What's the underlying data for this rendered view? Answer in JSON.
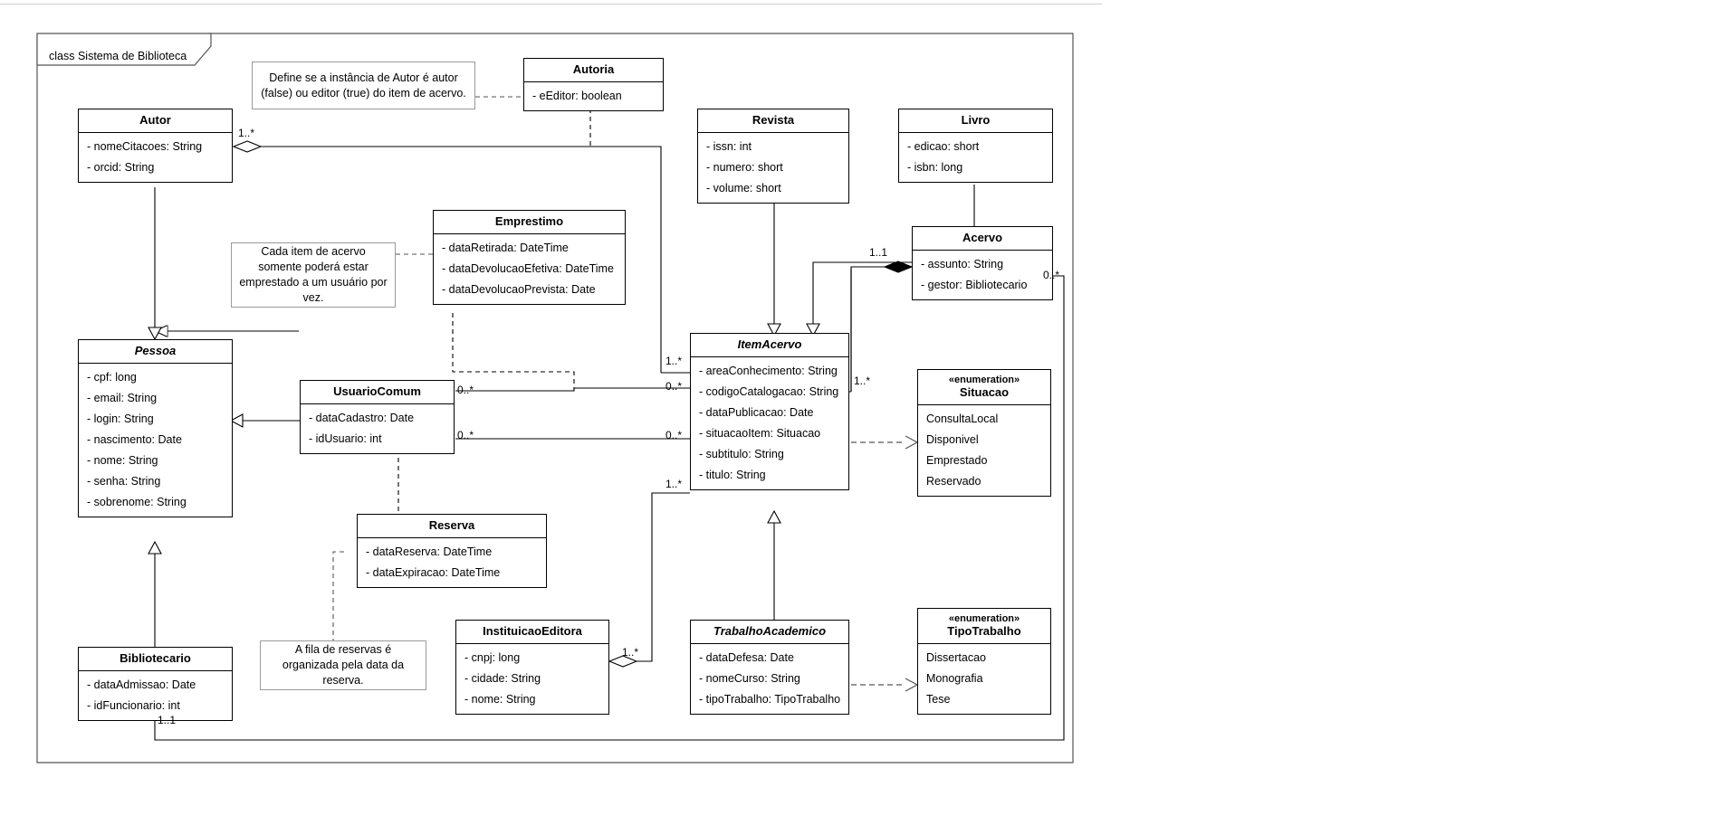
{
  "frame": {
    "label": "class Sistema de Biblioteca"
  },
  "classes": {
    "autor": {
      "name": "Autor",
      "attributes": [
        "- nomeCitacoes: String",
        "- orcid: String"
      ]
    },
    "autoria": {
      "name": "Autoria",
      "attributes": [
        "- eEditor: boolean"
      ]
    },
    "revista": {
      "name": "Revista",
      "attributes": [
        "- issn: int",
        "- numero: short",
        "- volume: short"
      ]
    },
    "livro": {
      "name": "Livro",
      "attributes": [
        "- edicao: short",
        "- isbn: long"
      ]
    },
    "acervo": {
      "name": "Acervo",
      "attributes": [
        "- assunto: String",
        "- gestor: Bibliotecario"
      ]
    },
    "emprestimo": {
      "name": "Emprestimo",
      "attributes": [
        "- dataRetirada: DateTime",
        "- dataDevolucaoEfetiva: DateTime",
        "- dataDevolucaoPrevista: Date"
      ]
    },
    "pessoa": {
      "name": "Pessoa",
      "attributes": [
        "- cpf: long",
        "- email: String",
        "- login: String",
        "- nascimento: Date",
        "- nome: String",
        "- senha: String",
        "- sobrenome: String"
      ]
    },
    "usuariocomum": {
      "name": "UsuarioComum",
      "attributes": [
        "- dataCadastro: Date",
        "- idUsuario: int"
      ]
    },
    "itemacervo": {
      "name": "ItemAcervo",
      "attributes": [
        "- areaConhecimento: String",
        "- codigoCatalogacao: String",
        "- dataPublicacao: Date",
        "- situacaoItem: Situacao",
        "- subtitulo: String",
        "- titulo: String"
      ]
    },
    "reserva": {
      "name": "Reserva",
      "attributes": [
        "- dataReserva: DateTime",
        "- dataExpiracao: DateTime"
      ]
    },
    "bibliotecario": {
      "name": "Bibliotecario",
      "attributes": [
        "- dataAdmissao: Date",
        "- idFuncionario: int"
      ]
    },
    "instituicaoeditora": {
      "name": "InstituicaoEditora",
      "attributes": [
        "- cnpj: long",
        "- cidade: String",
        "- nome: String"
      ]
    },
    "trabalhoacademico": {
      "name": "TrabalhoAcademico",
      "attributes": [
        "- dataDefesa: Date",
        "- nomeCurso: String",
        "- tipoTrabalho: TipoTrabalho"
      ]
    },
    "situacao": {
      "stereotype": "«enumeration»",
      "name": "Situacao",
      "attributes": [
        "ConsultaLocal",
        "Disponivel",
        "Emprestado",
        "Reservado"
      ]
    },
    "tipotrabalho": {
      "stereotype": "«enumeration»",
      "name": "TipoTrabalho",
      "attributes": [
        "Dissertacao",
        "Monografia",
        "Tese"
      ]
    }
  },
  "notes": {
    "autoria_note": "Define se a instância de Autor é autor (false) ou editor (true) do item de acervo.",
    "emprestimo_note": "Cada item de acervo somente poderá estar emprestado a um usuário por vez.",
    "reserva_note": "A fila de reservas é organizada pela data da reserva."
  },
  "multiplicities": {
    "autor_right": "1..*",
    "acervo_left": "1..1",
    "acervo_right": "0..*",
    "item_left_1": "1..*",
    "item_left_2": "0..*",
    "item_left_3": "0..*",
    "item_left_4": "1..*",
    "item_right": "1..*",
    "usuario_right_1": "0..*",
    "usuario_right_2": "0..*",
    "instituicao_right": "1..*",
    "bibliotecario_bottom": "1..1"
  },
  "colors": {
    "line": "#000000",
    "note_border": "#9a9a9a",
    "frame_border": "#555555",
    "background": "#ffffff"
  }
}
